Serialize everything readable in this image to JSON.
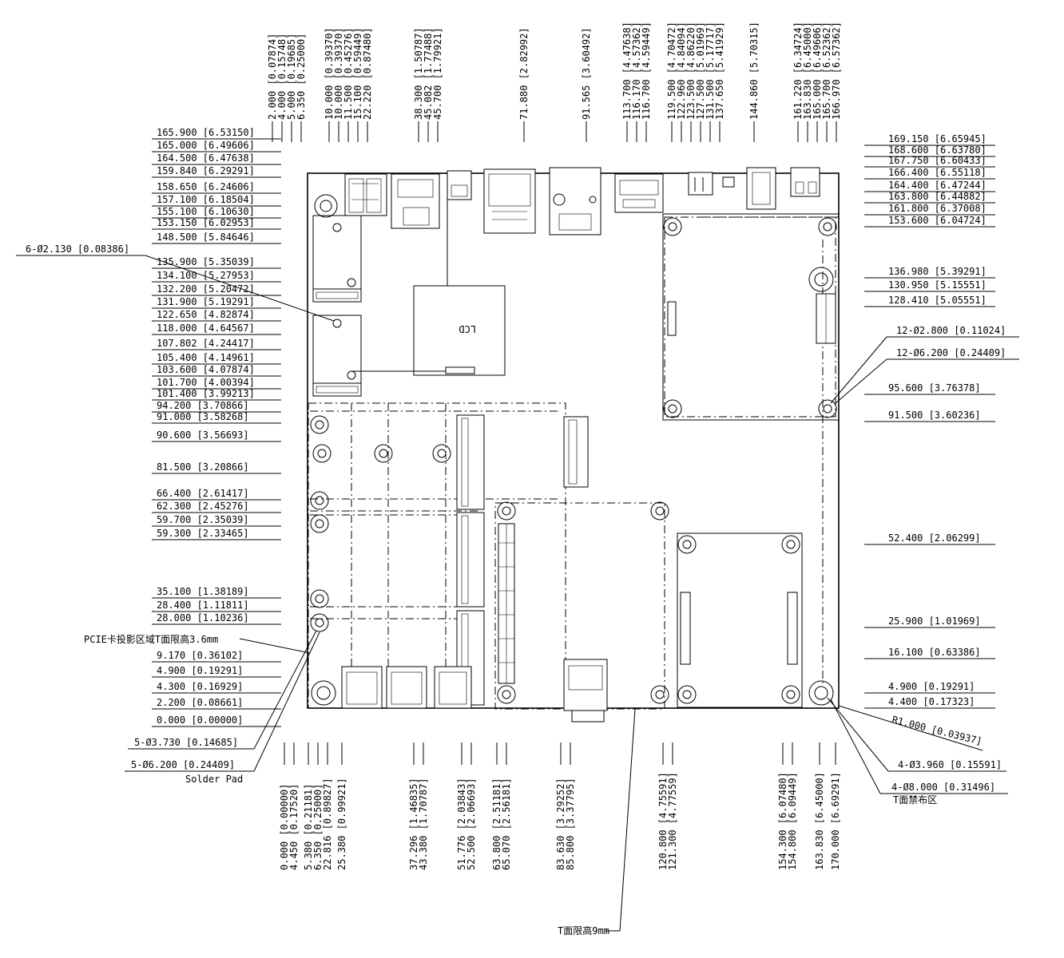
{
  "top_dims": [
    "2.000 [0.07874]",
    "4.000 [0.15748]",
    "5.000 [0.19685]",
    "6.350 [0.25000]",
    "10.000 [0.39370]",
    "10.000 [0.39370]",
    "11.500 [0.45276]",
    "15.100 [0.59449]",
    "22.220 [0.87480]",
    "38.300 [1.50787]",
    "45.082 [1.77488]",
    "45.700 [1.79921]",
    "71.880 [2.82992]",
    "91.565 [3.60492]",
    "113.700 [4.47638]",
    "116.170 [4.57362]",
    "116.700 [4.59449]",
    "119.500 [4.70472]",
    "122.960 [4.84094]",
    "123.500 [4.86220]",
    "127.500 [5.01969]",
    "131.500 [5.17717]",
    "137.650 [5.41929]",
    "144.860 [5.70315]",
    "161.220 [6.34724]",
    "163.830 [6.45000]",
    "165.000 [6.49606]",
    "165.700 [6.52362]",
    "166.970 [6.57362]"
  ],
  "left_dims": [
    "165.900 [6.53150]",
    "165.000 [6.49606]",
    "164.500 [6.47638]",
    "159.840 [6.29291]",
    "158.650 [6.24606]",
    "157.100 [6.18504]",
    "155.100 [6.10630]",
    "153.150 [6.02953]",
    "148.500 [5.84646]",
    "135.900 [5.35039]",
    "134.100 [5.27953]",
    "132.200 [5.20472]",
    "131.900 [5.19291]",
    "122.650 [4.82874]",
    "118.000 [4.64567]",
    "107.802 [4.24417]",
    "105.400 [4.14961]",
    "103.600 [4.07874]",
    "101.700 [4.00394]",
    "101.400 [3.99213]",
    "94.200 [3.70866]",
    "91.000 [3.58268]",
    "90.600 [3.56693]",
    "81.500 [3.20866]",
    "66.400 [2.61417]",
    "62.300 [2.45276]",
    "59.700 [2.35039]",
    "59.300 [2.33465]",
    "35.100 [1.38189]",
    "28.400 [1.11811]",
    "28.000 [1.10236]",
    "9.170 [0.36102]",
    "4.900 [0.19291]",
    "4.300 [0.16929]",
    "2.200 [0.08661]",
    "0.000 [0.00000]"
  ],
  "right_dims": [
    "169.150 [6.65945]",
    "168.600 [6.63780]",
    "167.750 [6.60433]",
    "166.400 [6.55118]",
    "164.400 [6.47244]",
    "163.800 [6.44882]",
    "161.800 [6.37008]",
    "153.600 [6.04724]",
    "136.980 [5.39291]",
    "130.950 [5.15551]",
    "128.410 [5.05551]",
    "95.600 [3.76378]",
    "91.500 [3.60236]",
    "52.400 [2.06299]",
    "25.900 [1.01969]",
    "16.100 [0.63386]",
    "4.900 [0.19291]",
    "4.400 [0.17323]"
  ],
  "bottom_dims": [
    "0.000 [0.00000]",
    "4.450 [0.17520]",
    "5.380 [0.21181]",
    "6.350 [0.25000]",
    "22.816 [0.89827]",
    "25.380 [0.99921]",
    "37.296 [1.46835]",
    "43.380 [1.70787]",
    "51.776 [2.03843]",
    "52.500 [2.06693]",
    "63.800 [2.51181]",
    "65.070 [2.56181]",
    "83.630 [3.29252]",
    "85.800 [3.37795]",
    "120.800 [4.75591]",
    "121.300 [4.77559]",
    "154.300 [6.07480]",
    "154.800 [6.09449]",
    "163.830 [6.45000]",
    "170.000 [6.69291]"
  ],
  "callouts": {
    "hole_6": "6-Ø2.130 [0.08386]",
    "hole_12a": "12-Ø2.800 [0.11024]",
    "hole_12b": "12-Ø6.200 [0.24409]",
    "hole_5a": "5-Ø3.730 [0.14685]",
    "hole_5b": "5-Ø6.200 [0.24409]",
    "solder_pad": "Solder Pad",
    "radius": "R1.000 [0.03937]",
    "hole_4a": "4-Ø3.960 [0.15591]",
    "hole_4b": "4-Ø8.000 [0.31496]",
    "t_area": "T面禁布区",
    "pcie_note": "PCIE卡投影区域T面限高3.6mm",
    "height_note": "T面限高9mm",
    "lcd": "LCD"
  }
}
